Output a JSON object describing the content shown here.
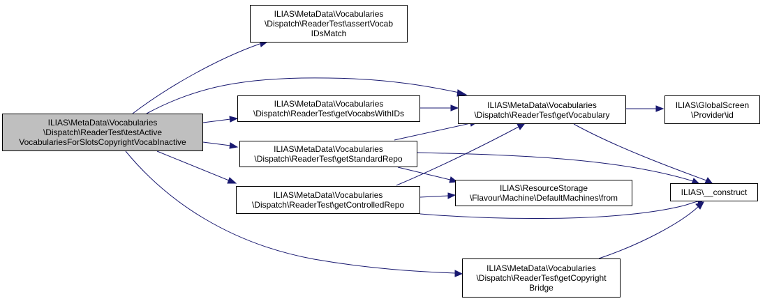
{
  "colors": {
    "edge": "#191970",
    "root_fill": "#bfbfbf",
    "node_fill": "#ffffff",
    "border": "#000000"
  },
  "nodes": [
    {
      "id": "root",
      "lines": [
        "ILIAS\\MetaData\\Vocabularies",
        "\\Dispatch\\ReaderTest\\testActive",
        "VocabulariesForSlotsCopyrightVocabInactive"
      ]
    },
    {
      "id": "assertVocabIDsMatch",
      "lines": [
        "ILIAS\\MetaData\\Vocabularies",
        "\\Dispatch\\ReaderTest\\assertVocab",
        "IDsMatch"
      ]
    },
    {
      "id": "getVocabsWithIDs",
      "lines": [
        "ILIAS\\MetaData\\Vocabularies",
        "\\Dispatch\\ReaderTest\\getVocabsWithIDs"
      ]
    },
    {
      "id": "getStandardRepo",
      "lines": [
        "ILIAS\\MetaData\\Vocabularies",
        "\\Dispatch\\ReaderTest\\getStandardRepo"
      ]
    },
    {
      "id": "getControlledRepo",
      "lines": [
        "ILIAS\\MetaData\\Vocabularies",
        "\\Dispatch\\ReaderTest\\getControlledRepo"
      ]
    },
    {
      "id": "getVocabulary",
      "lines": [
        "ILIAS\\MetaData\\Vocabularies",
        "\\Dispatch\\ReaderTest\\getVocabulary"
      ]
    },
    {
      "id": "defaultMachinesFrom",
      "lines": [
        "ILIAS\\ResourceStorage",
        "\\Flavour\\Machine\\DefaultMachines\\from"
      ]
    },
    {
      "id": "getCopyrightBridge",
      "lines": [
        "ILIAS\\MetaData\\Vocabularies",
        "\\Dispatch\\ReaderTest\\getCopyright",
        "Bridge"
      ]
    },
    {
      "id": "providerId",
      "lines": [
        "ILIAS\\GlobalScreen",
        "\\Provider\\id"
      ]
    },
    {
      "id": "construct",
      "lines": [
        "ILIAS\\__construct"
      ]
    }
  ]
}
